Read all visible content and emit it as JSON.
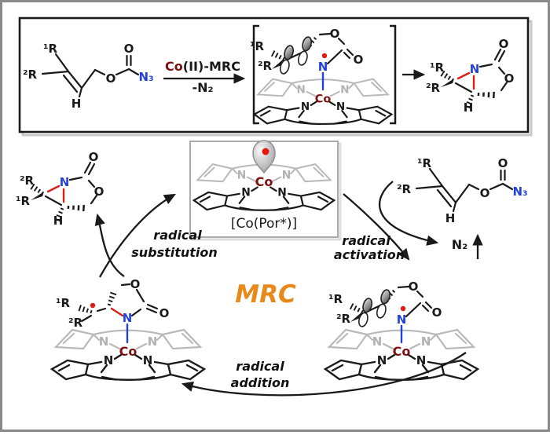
{
  "palette": {
    "ink": "#1a1a1a",
    "nitrogen_blue": "#2441d8",
    "bond_red": "#d42015",
    "radical_dot_red": "#e11b12",
    "cobalt_maroon": "#7b1113",
    "mrc_orange": "#e8891b",
    "porphyrin_back_gray": "#b9b9b9",
    "outer_frame_gray": "#8a8a8a"
  },
  "atoms": {
    "oxygen": "O",
    "nitrogen": "N",
    "hydrogen": "H",
    "cobalt": "Co",
    "azide": "N₃",
    "dinitrogen": "N₂",
    "r1": "¹R",
    "r2": "²R"
  },
  "top_scheme": {
    "catalyst_prefix": "Co",
    "catalyst_suffix": "(II)-MRC",
    "byproduct": "-N₂"
  },
  "cycle": {
    "catalyst_label": "[Co(Por*)]",
    "center_label": "MRC",
    "n2_release": "N₂",
    "steps": {
      "substitution_line1": "radical",
      "substitution_line2": "substitution",
      "activation_line1": "radical",
      "activation_line2": "activation",
      "addition_line1": "radical",
      "addition_line2": "addition"
    }
  }
}
